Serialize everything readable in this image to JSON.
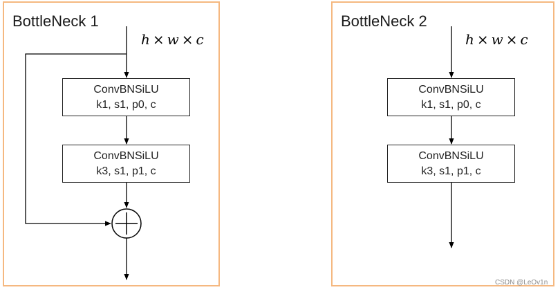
{
  "panels": [
    {
      "title": "BottleNeck 1",
      "dims": {
        "h": "h",
        "w": "w",
        "c": "c",
        "times": "×"
      },
      "blocks": [
        {
          "name": "ConvBNSiLU",
          "params": "k1, s1, p0, c"
        },
        {
          "name": "ConvBNSiLU",
          "params": "k3, s1, p1, c"
        }
      ],
      "has_residual_add": true
    },
    {
      "title": "BottleNeck 2",
      "dims": {
        "h": "h",
        "w": "w",
        "c": "c",
        "times": "×"
      },
      "blocks": [
        {
          "name": "ConvBNSiLU",
          "params": "k1, s1, p0, c"
        },
        {
          "name": "ConvBNSiLU",
          "params": "k3, s1, p1, c"
        }
      ],
      "has_residual_add": false
    }
  ],
  "watermark": "CSDN @LeOv1n",
  "colors": {
    "panel_border": "#f5b880",
    "line": "#000000"
  }
}
